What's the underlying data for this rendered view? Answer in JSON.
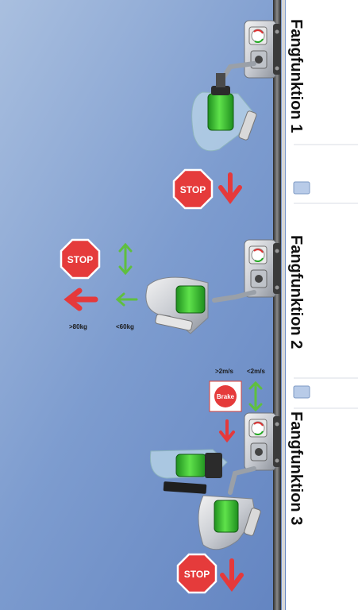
{
  "sections": [
    {
      "title": "Fangfunktion 1"
    },
    {
      "title": "Fangfunktion 2"
    },
    {
      "title": "Fangfunktion 3"
    }
  ],
  "stop_label": "STOP",
  "brake_label": "Brake",
  "weight_labels": {
    "heavy": ">80kg",
    "light": "<60kg"
  },
  "speed_labels": {
    "fast": ">2m/s",
    "slow": "<2m/s"
  },
  "colors": {
    "stop_red": "#e53b3b",
    "arrow_red": "#e5393b",
    "arrow_green": "#5fbf3f",
    "cylinder_green": "#37c22c"
  }
}
